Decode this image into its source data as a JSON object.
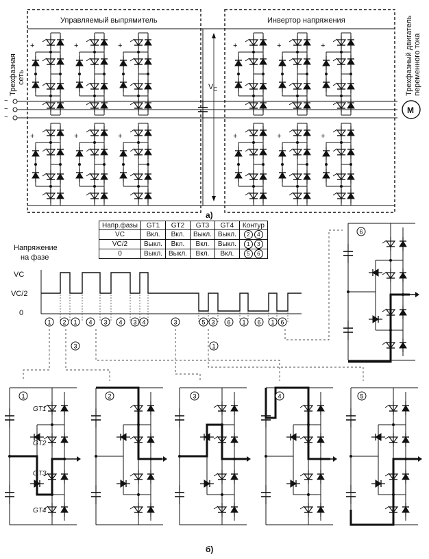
{
  "section_a": {
    "rectifier_title": "Управляемый выпрямитель",
    "inverter_title": "Инвертор напряжения",
    "grid_label_1": "Трехфазная",
    "grid_label_2": "сеть",
    "vc_label": "V",
    "vc_sub": "C",
    "motor_symbol": "M",
    "motor_label_1": "Трехфазный двигатель",
    "motor_label_2": "переменного тока",
    "caption": "а)"
  },
  "switch_table": {
    "headers": [
      "Напр.фазы",
      "GT1",
      "GT2",
      "GT3",
      "GT4",
      "Контур"
    ],
    "rows": [
      {
        "phase": "VC",
        "gt1": "Вкл.",
        "gt2": "Вкл.",
        "gt3": "Выкл.",
        "gt4": "Выкл.",
        "c1": "2",
        "c2": "4"
      },
      {
        "phase": "VC/2",
        "gt1": "Выкл.",
        "gt2": "Вкл.",
        "gt3": "Вкл.",
        "gt4": "Выкл.",
        "c1": "1",
        "c2": "3"
      },
      {
        "phase": "0",
        "gt1": "Выкл.",
        "gt2": "Выкл.",
        "gt3": "Вкл.",
        "gt4": "Вкл.",
        "c1": "5",
        "c2": "6"
      }
    ]
  },
  "waveform": {
    "title_1": "Напряжение",
    "title_2": "на фазе",
    "y_labels": [
      "VC",
      "VC/2",
      "0"
    ],
    "sequence": [
      "1",
      "2",
      "1",
      "4",
      "3",
      "4",
      "3",
      "4",
      "3",
      "5",
      "3",
      "6",
      "1",
      "6",
      "1",
      "6"
    ],
    "sub_labels": [
      "3",
      "1"
    ]
  },
  "circuits": [
    "1",
    "2",
    "3",
    "4",
    "5",
    "6"
  ],
  "gt_labels": [
    "GT1",
    "GT2",
    "GT3",
    "GT4"
  ],
  "caption_b": "б)"
}
